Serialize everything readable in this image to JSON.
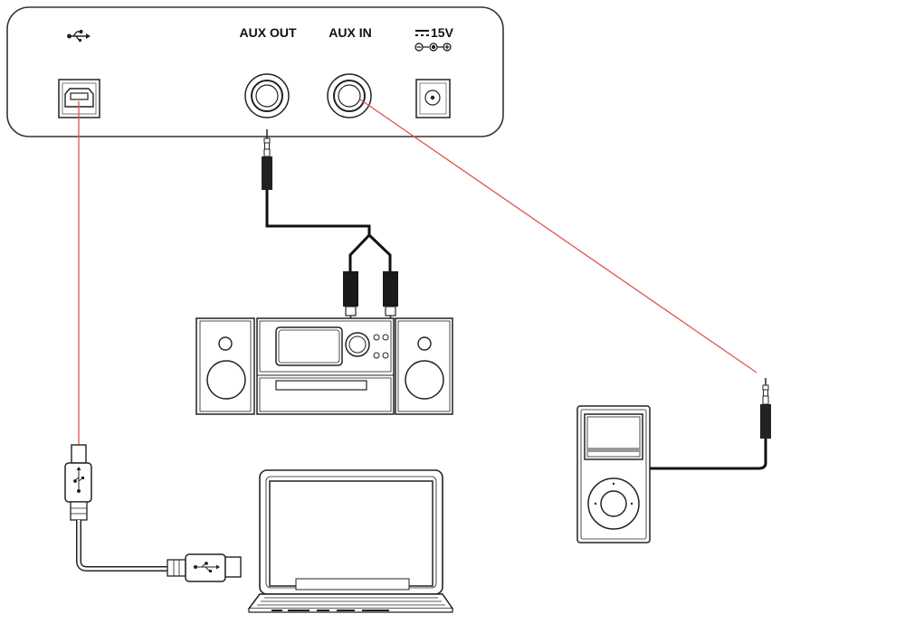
{
  "panel": {
    "usb_port": {
      "icon": "usb-icon"
    },
    "aux_out": {
      "label": "AUX OUT"
    },
    "aux_in": {
      "label": "AUX IN"
    },
    "power": {
      "label": "15V",
      "icon": "dc-polarity-icon"
    }
  },
  "devices": {
    "stereo": {
      "icon": "stereo-system-icon"
    },
    "mp3_player": {
      "icon": "mp3-player-icon"
    },
    "laptop": {
      "icon": "laptop-icon"
    },
    "usb_cable": {
      "icon": "usb-cable-icon"
    }
  },
  "colors": {
    "line": "#1a1a1a",
    "connection": "#e05555",
    "panel_stroke": "#333333"
  }
}
